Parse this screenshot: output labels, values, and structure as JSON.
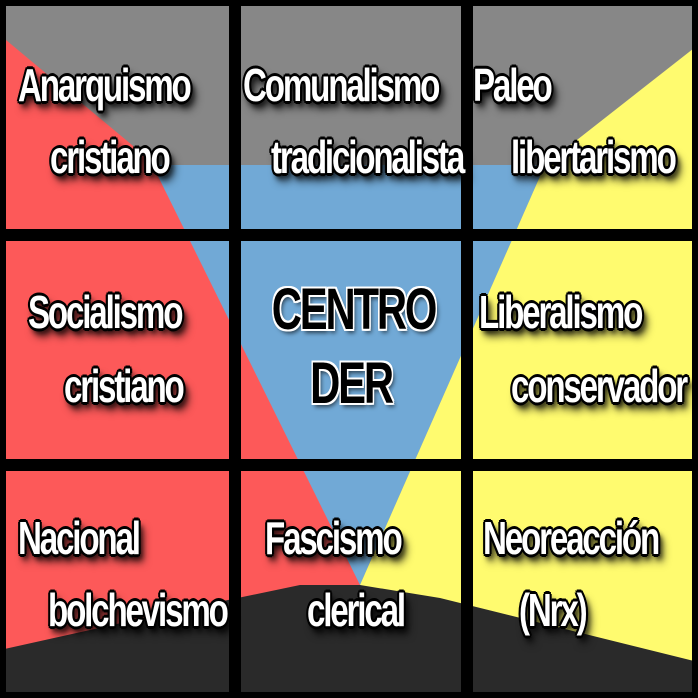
{
  "colors": {
    "gray": "#878787",
    "red": "#fd5959",
    "blue": "#71a9d6",
    "yellow": "#fffb6f",
    "dark": "#2a2a2a",
    "grid": "#000000"
  },
  "cells": {
    "top_left": {
      "line1": "Anarquismo",
      "line2": "cristiano"
    },
    "top_center": {
      "line1": "Comunalismo",
      "line2": "tradicionalista"
    },
    "top_right": {
      "line1": "Paleo",
      "line2": "libertarismo"
    },
    "mid_left": {
      "line1": "Socialismo",
      "line2": "cristiano"
    },
    "center": {
      "line1": "CENTRO",
      "line2": "DER"
    },
    "mid_right": {
      "line1": "Liberalismo",
      "line2": "conservador"
    },
    "bottom_left": {
      "line1": "Nacional",
      "line2": "bolchevismo"
    },
    "bottom_center": {
      "line1": "Fascismo",
      "line2": "clerical"
    },
    "bottom_right": {
      "line1": "Neoreacción",
      "line2": "(Nrx)"
    }
  }
}
